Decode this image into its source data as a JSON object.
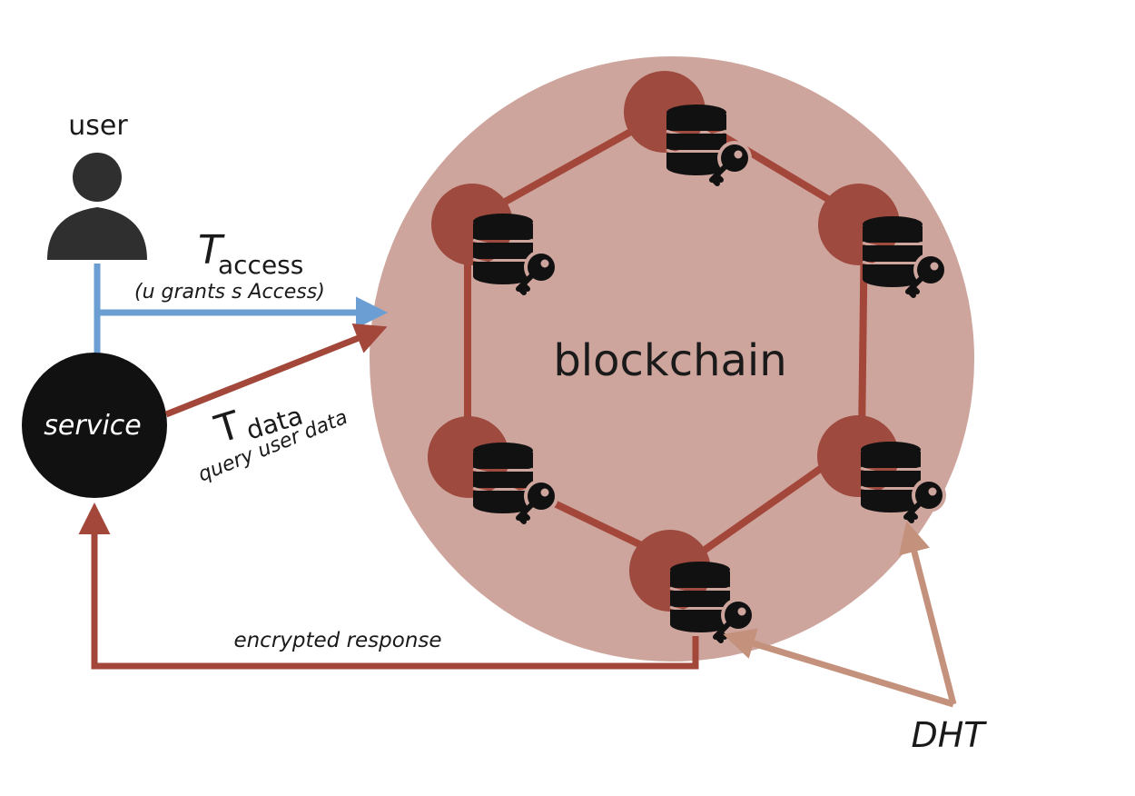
{
  "labels": {
    "user": "user",
    "service": "service",
    "blockchain": "blockchain",
    "t_access_main": "T",
    "t_access_sub": "access",
    "t_access_desc": "(u grants s Access)",
    "t_data_main": "T",
    "t_data_sub": "data",
    "t_data_desc": "query user data",
    "encrypted_response": "encrypted response",
    "dht": "DHT"
  },
  "colors": {
    "blockchain_fill": "#cda59d",
    "node_circle": "#9e4a3e",
    "ring_line": "#a3473b",
    "database": "#111111",
    "access_arrow": "#6b9fd4",
    "data_arrow": "#a3473b",
    "dht_arrow": "#c4927c",
    "person": "#2f2f2f"
  },
  "icons": [
    "person-icon",
    "database-key-icon"
  ]
}
